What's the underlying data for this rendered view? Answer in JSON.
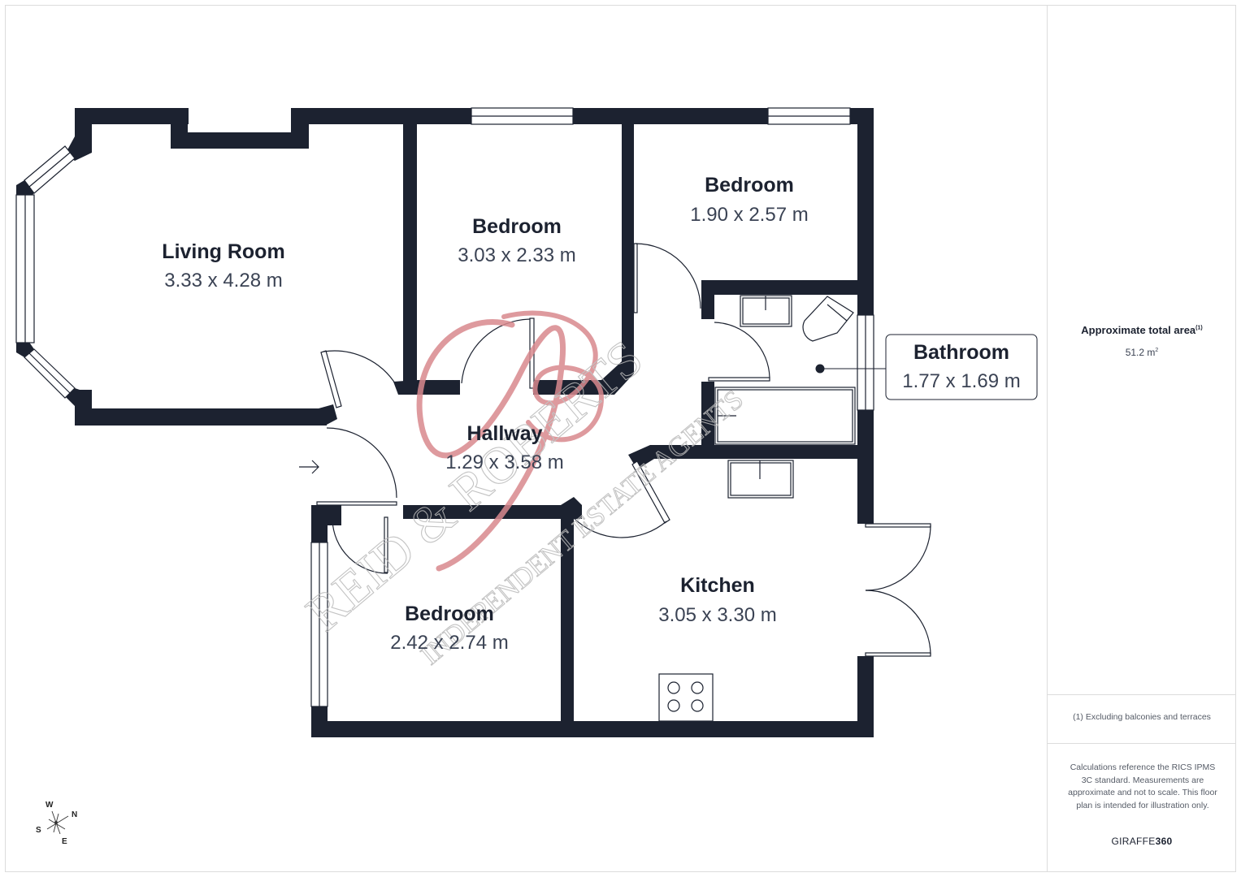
{
  "rooms": [
    {
      "id": "living-room",
      "name": "Living Room",
      "dims": "3.33 x 4.28 m"
    },
    {
      "id": "bedroom-1",
      "name": "Bedroom",
      "dims": "3.03 x 2.33 m"
    },
    {
      "id": "bedroom-2",
      "name": "Bedroom",
      "dims": "1.90 x 2.57 m"
    },
    {
      "id": "bathroom",
      "name": "Bathroom",
      "dims": "1.77 x 1.69 m"
    },
    {
      "id": "hallway",
      "name": "Hallway",
      "dims": "1.29 x 3.58 m"
    },
    {
      "id": "bedroom-3",
      "name": "Bedroom",
      "dims": "2.42 x 2.74 m"
    },
    {
      "id": "kitchen",
      "name": "Kitchen",
      "dims": "3.05 x 3.30 m"
    }
  ],
  "compass": {
    "n": "N",
    "s": "S",
    "e": "E",
    "w": "W"
  },
  "sidebar": {
    "area_title": "Approximate total area",
    "area_footnote_marker": "(1)",
    "area_value": "51.2 m",
    "area_unit_sup": "2",
    "footnote": "(1) Excluding balconies and terraces",
    "disclaimer": "Calculations reference the RICS IPMS 3C standard. Measurements are approximate and not to scale. This floor plan is intended for illustration only.",
    "brand_light": "GIRAFFE",
    "brand_bold": "360"
  },
  "watermark": {
    "line1": "REID & ROBERTS",
    "line2": "INDEPENDENT ESTATE AGENTS"
  },
  "colors": {
    "wall": "#1c2230",
    "text_dark": "#1c2230",
    "text_dim": "#3b4354",
    "watermark_logo": "#d9898e"
  }
}
